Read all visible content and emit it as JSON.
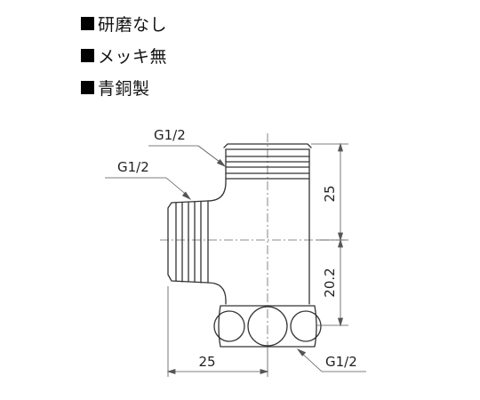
{
  "specs": [
    {
      "label": "研磨なし"
    },
    {
      "label": "メッキ無"
    },
    {
      "label": "青銅製"
    }
  ],
  "drawing": {
    "top_thread_label": "G1/2",
    "side_thread_label": "G1/2",
    "bottom_thread_label": "G1/2",
    "dim_upper_height": "25",
    "dim_lower_height": "20.2",
    "dim_width": "25"
  },
  "colors": {
    "outline": "#333333",
    "dim_line": "#555555",
    "bullet": "#000000"
  }
}
